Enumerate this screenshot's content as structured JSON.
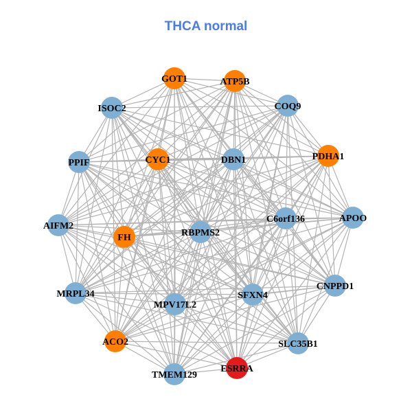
{
  "title": "THCA normal",
  "colors": {
    "title": "#4a7bea",
    "edge": "#b3b3b3",
    "blue": "#7fb0d3",
    "orange": "#ff7f00",
    "red": "#e41a1c"
  },
  "nodes": [
    {
      "id": "GOT1",
      "label": "GOT1",
      "color": "orange"
    },
    {
      "id": "ATP5B",
      "label": "ATP5B",
      "color": "orange"
    },
    {
      "id": "ISOC2",
      "label": "ISOC2",
      "color": "blue"
    },
    {
      "id": "COQ9",
      "label": "COQ9",
      "color": "blue"
    },
    {
      "id": "PPIF",
      "label": "PPIF",
      "color": "blue"
    },
    {
      "id": "CYC1",
      "label": "CYC1",
      "color": "orange"
    },
    {
      "id": "DBN1",
      "label": "DBN1",
      "color": "blue"
    },
    {
      "id": "PDHA1",
      "label": "PDHA1",
      "color": "orange"
    },
    {
      "id": "AIFM2",
      "label": "AIFM2",
      "color": "blue"
    },
    {
      "id": "FH",
      "label": "FH",
      "color": "orange"
    },
    {
      "id": "RBPMS2",
      "label": "RBPMS2",
      "color": "blue"
    },
    {
      "id": "C6orf136",
      "label": "C6orf136",
      "color": "blue"
    },
    {
      "id": "APOO",
      "label": "APOO",
      "color": "blue"
    },
    {
      "id": "MRPL34",
      "label": "MRPL34",
      "color": "blue"
    },
    {
      "id": "MPV17L2",
      "label": "MPV17L2",
      "color": "blue"
    },
    {
      "id": "SFXN4",
      "label": "SFXN4",
      "color": "blue"
    },
    {
      "id": "CNPPD1",
      "label": "CNPPD1",
      "color": "blue"
    },
    {
      "id": "ACO2",
      "label": "ACO2",
      "color": "orange"
    },
    {
      "id": "SLC35B1",
      "label": "SLC35B1",
      "color": "blue"
    },
    {
      "id": "TMEM129",
      "label": "TMEM129",
      "color": "blue"
    },
    {
      "id": "ESRRA",
      "label": "ESRRA",
      "color": "red"
    }
  ],
  "edges": "all-pairs"
}
